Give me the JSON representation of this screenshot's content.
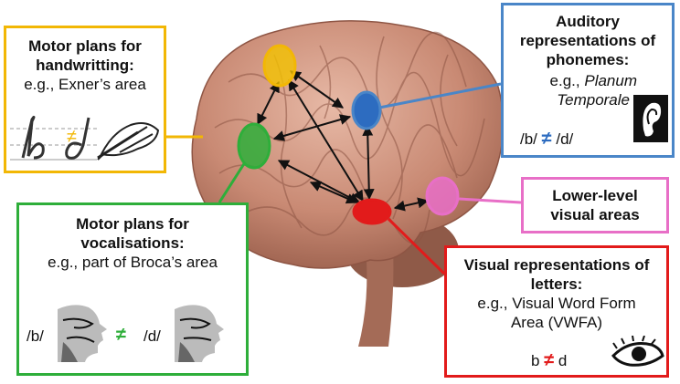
{
  "colors": {
    "yellow": "#f2b705",
    "blue": "#2d6cc0",
    "pink": "#e86fc7",
    "green": "#2eae3a",
    "red": "#e21b1b",
    "arrow": "#111111"
  },
  "handwriting": {
    "title_l1": "Motor plans for",
    "title_l2": "handwritting:",
    "example": "e.g., Exner’s area",
    "neq": "≠"
  },
  "auditory": {
    "title_l1": "Auditory",
    "title_l2": "representations of",
    "title_l3": "phonemes:",
    "eg": "e.g.,",
    "area_l1": "Planum",
    "area_l2": "Temporale",
    "ph1": "/b/",
    "neq": "≠",
    "ph2": "/d/"
  },
  "lower_visual": {
    "line1": "Lower-level",
    "line2": "visual areas"
  },
  "vocalisation": {
    "title_l1": "Motor plans for",
    "title_l2": "vocalisations:",
    "example": "e.g., part of Broca’s area",
    "ph1": "/b/",
    "neq": "≠",
    "ph2": "/d/"
  },
  "visual": {
    "title_l1": "Visual representations of",
    "title_l2": "letters:",
    "example_l1": "e.g., Visual Word Form",
    "example_l2": "Area (VWFA)",
    "l1": "b",
    "neq": "≠",
    "l2": "d"
  },
  "icons": [
    "brain-image",
    "ear-icon",
    "eye-icon",
    "hand-writing-icon",
    "head-profile-icon",
    "cursive-letter-icon"
  ]
}
